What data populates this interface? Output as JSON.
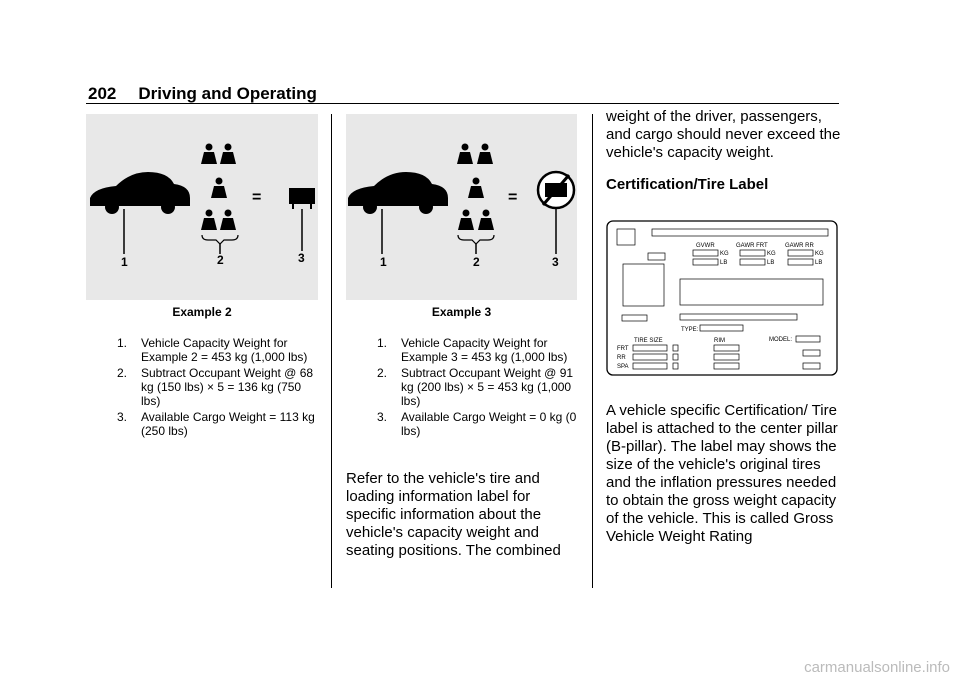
{
  "header": {
    "page_number": "202",
    "section_title": "Driving and Operating"
  },
  "example2": {
    "caption": "Example 2",
    "callouts": [
      "1",
      "2",
      "3"
    ],
    "items": [
      {
        "num": "1.",
        "text": "Vehicle Capacity Weight for Example 2 = 453 kg (1,000 lbs)"
      },
      {
        "num": "2.",
        "text": "Subtract Occupant Weight @ 68 kg (150 lbs) × 5 = 136 kg (750 lbs)"
      },
      {
        "num": "3.",
        "text": "Available Cargo Weight = 113 kg (250 lbs)"
      }
    ]
  },
  "example3": {
    "caption": "Example 3",
    "callouts": [
      "1",
      "2",
      "3"
    ],
    "items": [
      {
        "num": "1.",
        "text": "Vehicle Capacity Weight for Example 3 = 453 kg (1,000 lbs)"
      },
      {
        "num": "2.",
        "text": "Subtract Occupant Weight @ 91 kg (200 lbs) × 5 = 453 kg (1,000 lbs)"
      },
      {
        "num": "3.",
        "text": "Available Cargo Weight = 0 kg (0 lbs)"
      }
    ]
  },
  "middle_paragraph": "Refer to the vehicle's tire and loading information label for specific information about the vehicle's capacity weight and seating positions. The combined",
  "right_intro": "weight of the driver, passengers, and cargo should never exceed the vehicle's capacity weight.",
  "cert_heading": "Certification/Tire Label",
  "label_figure": {
    "gvwr": "GVWR",
    "gawr_frt": "GAWR FRT",
    "gawr_rr": "GAWR RR",
    "kg": "KG",
    "lb": "LB",
    "type": "TYPE:",
    "tire_size": "TIRE SIZE",
    "rim": "RIM",
    "model": "MODEL:",
    "frt": "FRT",
    "rr": "RR",
    "spa": "SPA"
  },
  "right_paragraph": "A vehicle specific Certification/ Tire label is attached to the center pillar (B-pillar). The label may shows the size of the vehicle's original tires and the inflation pressures needed to obtain the gross weight capacity of the vehicle. This is called Gross Vehicle Weight Rating",
  "footer_watermark": "carmanualsonline.info"
}
